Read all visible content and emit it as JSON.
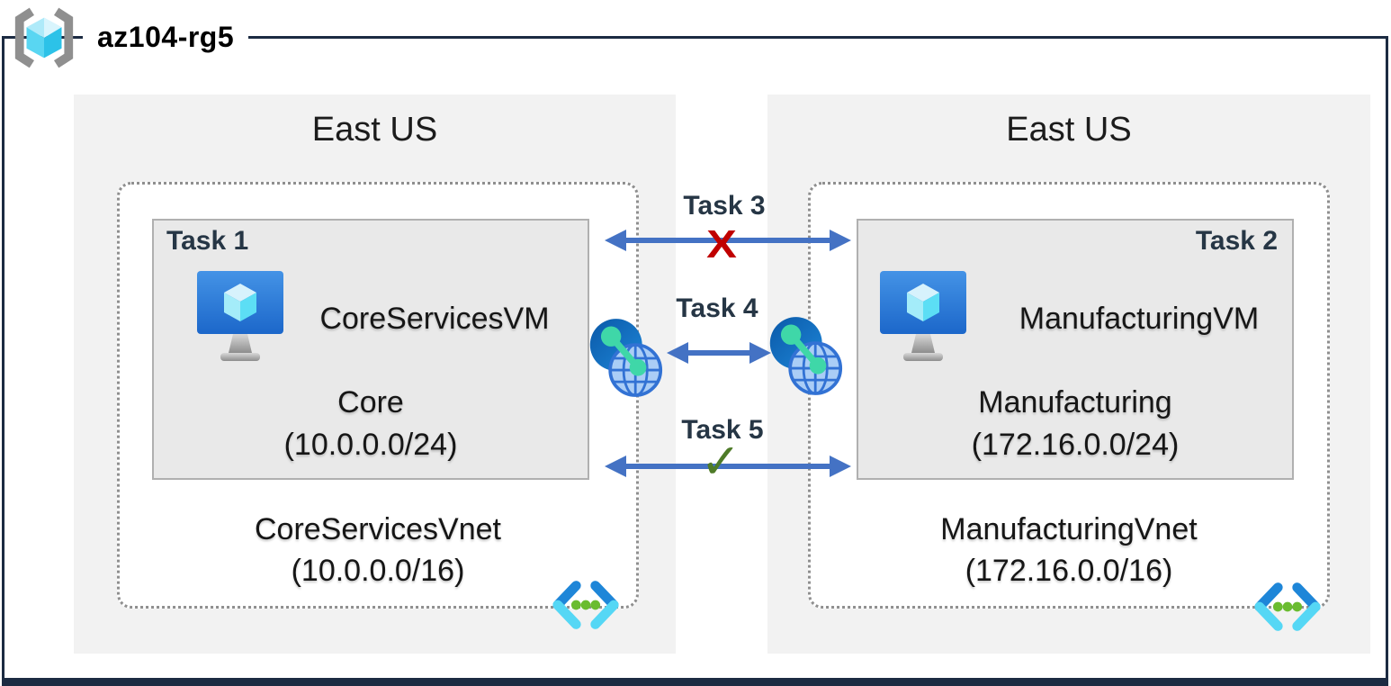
{
  "resource_group": {
    "name": "az104-rg5"
  },
  "regions": [
    {
      "name": "East US",
      "vnet": {
        "name": "CoreServicesVnet",
        "cidr": "(10.0.0.0/16)",
        "subnet": {
          "task": "Task 1",
          "vm_name": "CoreServicesVM",
          "name": "Core",
          "cidr": "(10.0.0.0/24)"
        }
      }
    },
    {
      "name": "East US",
      "vnet": {
        "name": "ManufacturingVnet",
        "cidr": "(172.16.0.0/16)",
        "subnet": {
          "task": "Task 2",
          "vm_name": "ManufacturingVM",
          "name": "Manufacturing",
          "cidr": "(172.16.0.0/24)"
        }
      }
    }
  ],
  "connections": [
    {
      "label": "Task 3",
      "marker": "X",
      "status": "blocked"
    },
    {
      "label": "Task 4",
      "marker": "",
      "status": "peering"
    },
    {
      "label": "Task 5",
      "marker": "✓",
      "status": "allowed"
    }
  ],
  "icons": {
    "resource_group": "bracketed-cube-icon",
    "virtual_machine": "monitor-cube-icon",
    "virtual_network": "angle-brackets-dots-icon",
    "vnet_peering": "globe-link-icon"
  },
  "colors": {
    "frame": "#1c2b42",
    "arrow_blue": "#4472c4",
    "blocked_red": "#c00000",
    "allowed_green": "#4e7b28",
    "task_text": "#263645",
    "region_bg": "#f2f2f2",
    "subnet_bg": "#e9e9e9",
    "vnet_cyan": "#55d7f5",
    "vnet_green_dots": "#6abc30",
    "peer_teal": "#3fd7a8"
  }
}
